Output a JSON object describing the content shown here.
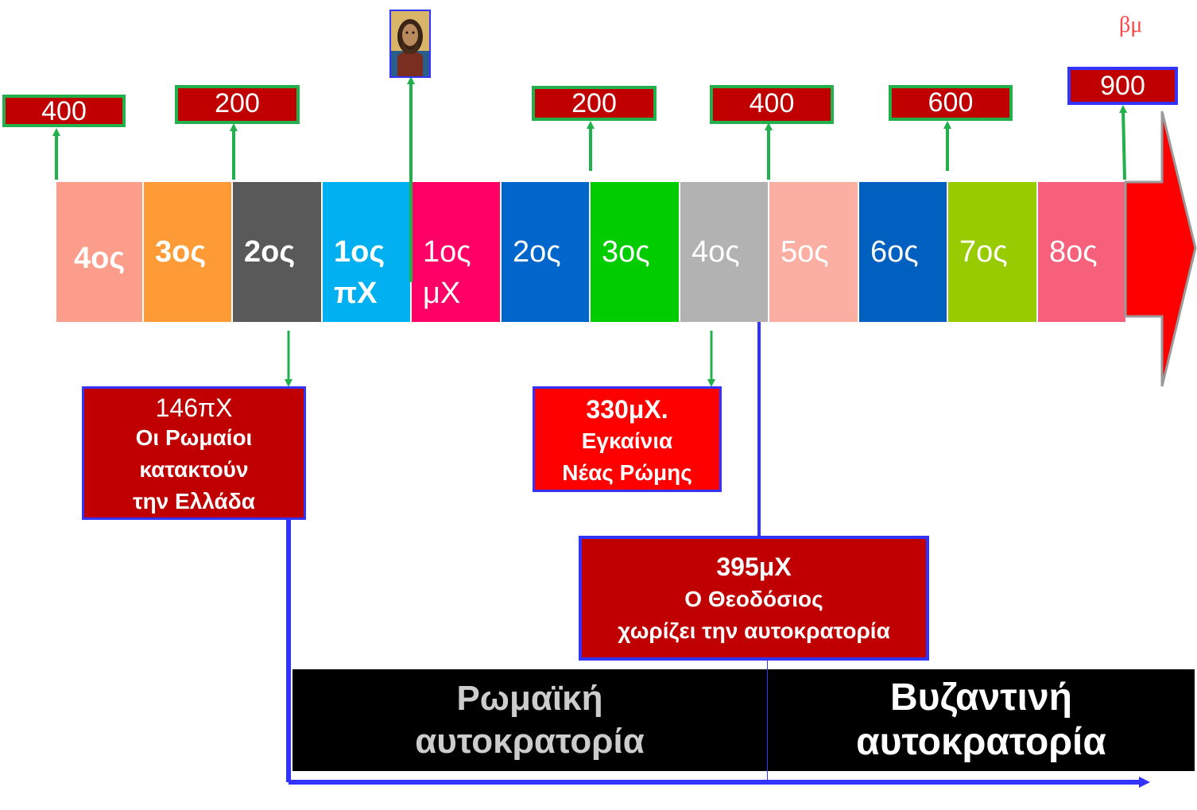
{
  "centuries": [
    {
      "label": "4ος",
      "color": "#fb9d8a",
      "bold": true
    },
    {
      "label": "3ος",
      "color": "#ff9b37",
      "bold": true
    },
    {
      "label": "2ος",
      "color": "#595959",
      "bold": true
    },
    {
      "label": "1ος",
      "sub": "πΧ",
      "color": "#00b0f0",
      "bold": true
    },
    {
      "label": "1ος",
      "sub": "μΧ",
      "color": "#ff0066",
      "bold": false
    },
    {
      "label": "2ος",
      "color": "#0066cc",
      "bold": false
    },
    {
      "label": "3ος",
      "color": "#00cc00",
      "bold": false
    },
    {
      "label": "4ος",
      "color": "#b2b2b2",
      "bold": false
    },
    {
      "label": "5ος",
      "color": "#fbaea2",
      "bold": false
    },
    {
      "label": "6ος",
      "color": "#0060c0",
      "bold": false
    },
    {
      "label": "7ος",
      "color": "#99cc00",
      "bold": false
    },
    {
      "label": "8ος",
      "color": "#f7607a",
      "bold": false
    }
  ],
  "years": [
    "400",
    "200",
    "200",
    "400",
    "600",
    "900"
  ],
  "corner_mark": "βμ",
  "events": {
    "e146": {
      "line1": "146πΧ",
      "line2": "Οι Ρωμαίοι",
      "line3": "κατακτούν",
      "line4": "την Ελλάδα"
    },
    "e330": {
      "line1": "330μΧ.",
      "line2": "Εγκαίνια",
      "line3": "Νέας Ρώμης"
    },
    "e395": {
      "line1": "395μΧ",
      "line2": "Ο Θεοδόσιος",
      "line3": "χωρίζει την αυτοκρατορία"
    }
  },
  "empires": {
    "roman": {
      "line1": "Ρωμαϊκή",
      "line2": "αυτοκρατορία"
    },
    "byzantine": {
      "line1": "Βυζαντινή",
      "line2": "αυτοκρατορία"
    }
  },
  "colors": {
    "accent_red": "#c00000",
    "arrow_red": "#ff0000",
    "green": "#22b04c",
    "blue": "#3333ff"
  }
}
